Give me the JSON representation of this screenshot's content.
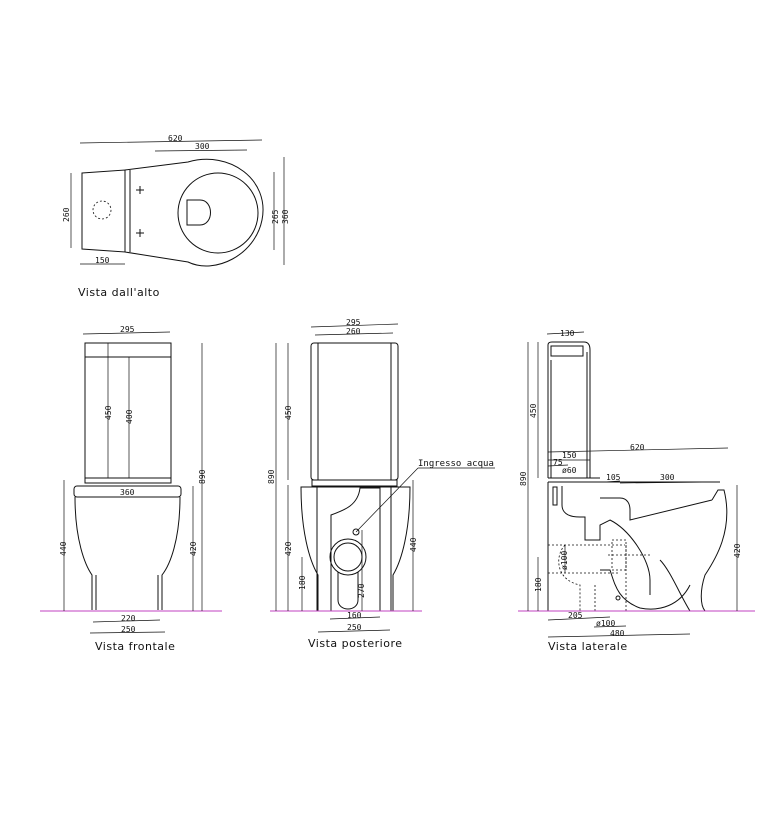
{
  "views": {
    "top": {
      "title": "Vista dall'alto",
      "dims": {
        "len_total": "620",
        "bowl": "300",
        "tank_w": "260",
        "tank_d": "150",
        "inner_w": "265",
        "outer_w": "360"
      }
    },
    "front": {
      "title": "Vista frontale",
      "dims": {
        "tank_w": "295",
        "tank_h": "450",
        "tank_inner": "400",
        "seat_w": "360",
        "bowl_h": "440",
        "seat_h": "420",
        "total_h": "890",
        "foot_in": "220",
        "foot_out": "250"
      }
    },
    "back": {
      "title": "Vista posteriore",
      "water_inlet": "Ingresso acqua",
      "dims": {
        "tank_w": "295",
        "tank_inner_w": "260",
        "total_h": "890",
        "tank_h": "450",
        "seat_h": "420",
        "outlet_h": "180",
        "bowl_h": "440",
        "inlet_h": "270",
        "base_in": "160",
        "base_out": "250"
      }
    },
    "side": {
      "title": "Vista laterale",
      "dims": {
        "tank_d": "130",
        "total_h": "890",
        "tank_h": "450",
        "len_total": "620",
        "d150": "150",
        "d75": "75",
        "pipe60": "ø60",
        "d105": "105",
        "bowl": "300",
        "seat_h": "420",
        "outlet_h": "180",
        "pipe100v": "ø100",
        "d205": "205",
        "pipe100h": "ø100",
        "depth": "480"
      }
    }
  },
  "colors": {
    "line": "#111111",
    "ground": "#c040c0"
  }
}
